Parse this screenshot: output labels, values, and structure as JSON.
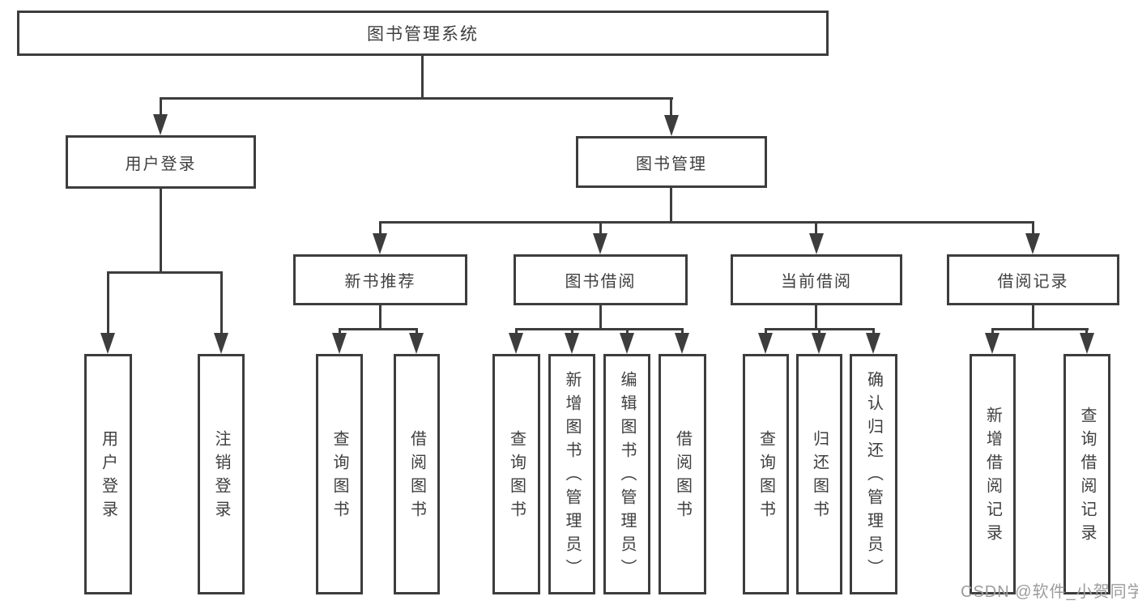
{
  "tree": {
    "label": "图书管理系统",
    "children": [
      {
        "label": "用户登录",
        "children": [
          {
            "label": "用户登录"
          },
          {
            "label": "注销登录"
          }
        ]
      },
      {
        "label": "图书管理",
        "children": [
          {
            "label": "新书推荐",
            "children": [
              {
                "label": "查询图书"
              },
              {
                "label": "借阅图书"
              }
            ]
          },
          {
            "label": "图书借阅",
            "children": [
              {
                "label": "查询图书"
              },
              {
                "label": "新增图书（管理员）"
              },
              {
                "label": "编辑图书（管理员）"
              },
              {
                "label": "借阅图书"
              }
            ]
          },
          {
            "label": "当前借阅",
            "children": [
              {
                "label": "查询图书"
              },
              {
                "label": "归还图书"
              },
              {
                "label": "确认归还（管理员）"
              }
            ]
          },
          {
            "label": "借阅记录",
            "children": [
              {
                "label": "新增借阅记录"
              },
              {
                "label": "查询借阅记录"
              }
            ]
          }
        ]
      }
    ]
  },
  "watermark": "CSDN @软件_小贺同学",
  "colors": {
    "line": "#3d3d3d",
    "text": "#3f3f3f",
    "watermark": "#9c9c9c",
    "background": "#ffffff"
  }
}
